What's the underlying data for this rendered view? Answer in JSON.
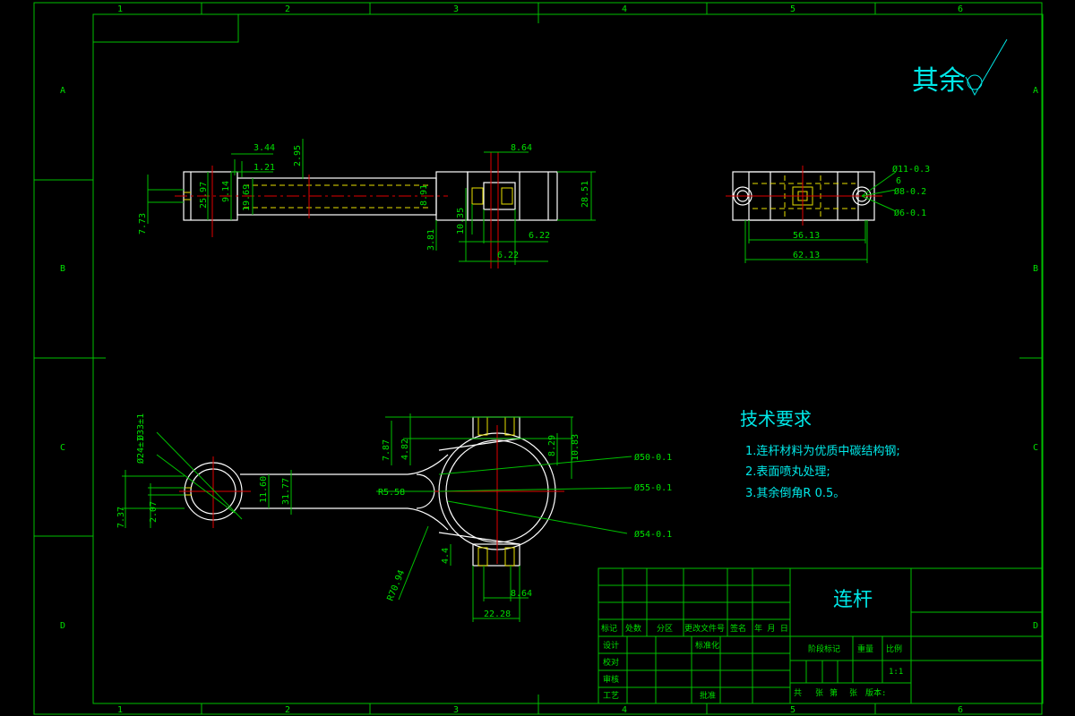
{
  "grid": {
    "columns": [
      "1",
      "2",
      "3",
      "4",
      "5",
      "6"
    ],
    "rows": [
      "A",
      "B",
      "C",
      "D"
    ]
  },
  "roughness_note": "其余",
  "technical_requirements": {
    "title": "技术要求",
    "items": [
      "1.连杆材料为优质中碳结构钢;",
      "2.表面喷丸处理;",
      "3.其余倒角R 0.5。"
    ]
  },
  "title_block": {
    "part_name": "连杆",
    "headers": [
      "标记",
      "处数",
      "分区",
      "更改文件号",
      "签名",
      "年 月 日"
    ],
    "design": "设计",
    "standardization": "标准化",
    "check": "校对",
    "review": "审核",
    "process": "工艺",
    "approve": "批准",
    "stage_mark": "阶段标记",
    "weight": "重量",
    "scale_label": "比例",
    "scale": "1:1",
    "sheets_total": "共",
    "sheets_unit": "张",
    "sheet_no": "第",
    "sheet_unit": "张",
    "version": "版本:"
  },
  "top_view_dims": {
    "d344": "3.44",
    "d295": "2.95",
    "d121": "1.21",
    "d864a": "8.64",
    "d2597": "25.97",
    "d914": "9.14",
    "d1969": "19.69",
    "d773": "7.73",
    "d891": "8.91",
    "d2851": "28.51",
    "d381": "3.81",
    "d1035": "10.35",
    "d622a": "6.22",
    "d622b": "6.22"
  },
  "right_view_dims": {
    "d1101": "Ø11-0.3",
    "d6": "6",
    "d8": "Ø8-0.2",
    "d6b": "Ø6-0.1",
    "d5613": "56.13",
    "d6213": "62.13"
  },
  "front_view_dims": {
    "d331": "Ø33±1",
    "d242": "Ø24±1",
    "d737": "7.37",
    "d207": "2.07",
    "d1160": "11.60",
    "d3177": "31.77",
    "r558": "R5.58",
    "d787": "7.87",
    "d482": "4.82",
    "d829": "8.29",
    "d1083": "10.83",
    "phi50": "Ø50-0.1",
    "phi55": "Ø55-0.1",
    "phi54": "Ø54-0.1",
    "d44": "4.4",
    "r7094": "R70.94",
    "d864": "8.64",
    "d2228": "22.28"
  }
}
